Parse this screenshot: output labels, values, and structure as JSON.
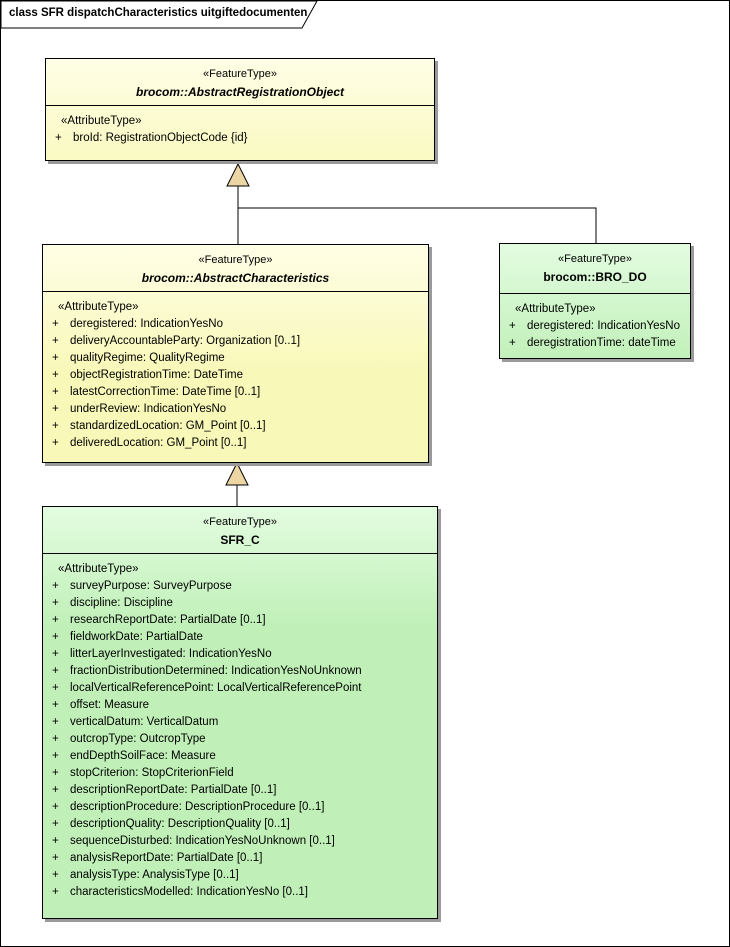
{
  "diagram": {
    "frame_title": "class SFR dispatchCharacteristics uitgiftedocumenten"
  },
  "colors": {
    "yellow_top": "#fffee6",
    "yellow_bottom": "#f8f8b8",
    "green_top": "#e3fce0",
    "green_bottom": "#c0f0b8",
    "arrow_fill": "#ebd6a4",
    "shadow": "#9a9a9a",
    "line": "#000000"
  },
  "classes": {
    "abstract_registration_object": {
      "stereotype": "«FeatureType»",
      "name": "brocom::AbstractRegistrationObject",
      "abstract": true,
      "attr_stereotype": "«AttributeType»",
      "attributes": [
        {
          "v": "+",
          "t": "broId: RegistrationObjectCode {id}"
        }
      ]
    },
    "abstract_characteristics": {
      "stereotype": "«FeatureType»",
      "name": "brocom::AbstractCharacteristics",
      "abstract": true,
      "attr_stereotype": "«AttributeType»",
      "attributes": [
        {
          "v": "+",
          "t": "deregistered: IndicationYesNo"
        },
        {
          "v": "+",
          "t": "deliveryAccountableParty: Organization [0..1]"
        },
        {
          "v": "+",
          "t": "qualityRegime: QualityRegime"
        },
        {
          "v": "+",
          "t": "objectRegistrationTime: DateTime"
        },
        {
          "v": "+",
          "t": "latestCorrectionTime: DateTime [0..1]"
        },
        {
          "v": "+",
          "t": "underReview: IndicationYesNo"
        },
        {
          "v": "+",
          "t": "standardizedLocation: GM_Point [0..1]"
        },
        {
          "v": "+",
          "t": "deliveredLocation: GM_Point [0..1]"
        }
      ]
    },
    "bro_do": {
      "stereotype": "«FeatureType»",
      "name": "brocom::BRO_DO",
      "abstract": false,
      "attr_stereotype": "«AttributeType»",
      "attributes": [
        {
          "v": "+",
          "t": "deregistered: IndicationYesNo"
        },
        {
          "v": "+",
          "t": "deregistrationTime: dateTime"
        }
      ]
    },
    "sfr_c": {
      "stereotype": "«FeatureType»",
      "name": "SFR_C",
      "abstract": false,
      "attr_stereotype": "«AttributeType»",
      "attributes": [
        {
          "v": "+",
          "t": "surveyPurpose: SurveyPurpose"
        },
        {
          "v": "+",
          "t": "discipline: Discipline"
        },
        {
          "v": "+",
          "t": "researchReportDate: PartialDate [0..1]"
        },
        {
          "v": "+",
          "t": "fieldworkDate: PartialDate"
        },
        {
          "v": "+",
          "t": "litterLayerInvestigated: IndicationYesNo"
        },
        {
          "v": "+",
          "t": "fractionDistributionDetermined: IndicationYesNoUnknown"
        },
        {
          "v": "+",
          "t": "localVerticalReferencePoint: LocalVerticalReferencePoint"
        },
        {
          "v": "+",
          "t": "offset: Measure"
        },
        {
          "v": "+",
          "t": "verticalDatum: VerticalDatum"
        },
        {
          "v": "+",
          "t": "outcropType: OutcropType"
        },
        {
          "v": "+",
          "t": "endDepthSoilFace: Measure"
        },
        {
          "v": "+",
          "t": "stopCriterion: StopCriterionField"
        },
        {
          "v": "+",
          "t": "descriptionReportDate: PartialDate [0..1]"
        },
        {
          "v": "+",
          "t": "descriptionProcedure: DescriptionProcedure [0..1]"
        },
        {
          "v": "+",
          "t": "descriptionQuality: DescriptionQuality [0..1]"
        },
        {
          "v": "+",
          "t": "sequenceDisturbed: IndicationYesNoUnknown [0..1]"
        },
        {
          "v": "+",
          "t": "analysisReportDate: PartialDate [0..1]"
        },
        {
          "v": "+",
          "t": "analysisType: AnalysisType [0..1]"
        },
        {
          "v": "+",
          "t": "characteristicsModelled: IndicationYesNo [0..1]"
        }
      ]
    }
  },
  "relations": [
    {
      "type": "generalization",
      "from": "brocom::AbstractCharacteristics",
      "to": "brocom::AbstractRegistrationObject"
    },
    {
      "type": "generalization",
      "from": "brocom::BRO_DO",
      "to": "brocom::AbstractRegistrationObject"
    },
    {
      "type": "generalization",
      "from": "SFR_C",
      "to": "brocom::AbstractCharacteristics"
    }
  ]
}
